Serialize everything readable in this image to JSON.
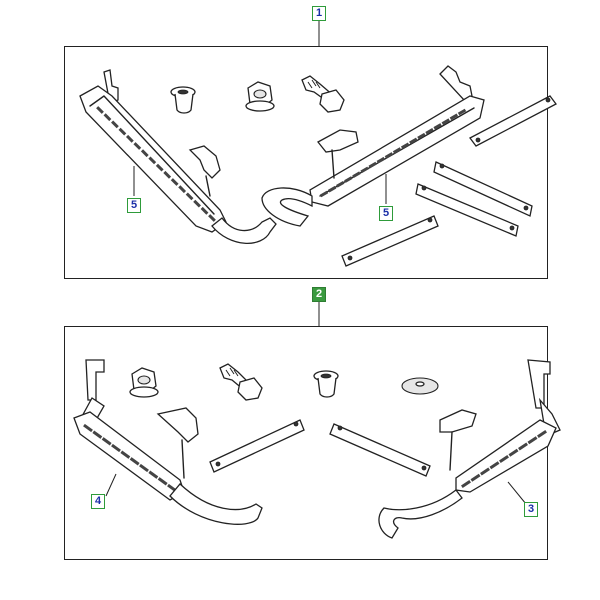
{
  "callouts": {
    "top_group": "1",
    "bottom_group": "2",
    "left_step_top": "5",
    "right_step_top": "5",
    "left_step_bottom": "4",
    "right_step_bottom": "3"
  },
  "colors": {
    "callout_border": "#2e9b3a",
    "callout_text": "#1b2fa8",
    "callout_filled": "#3a9a3f",
    "line": "#222222"
  }
}
